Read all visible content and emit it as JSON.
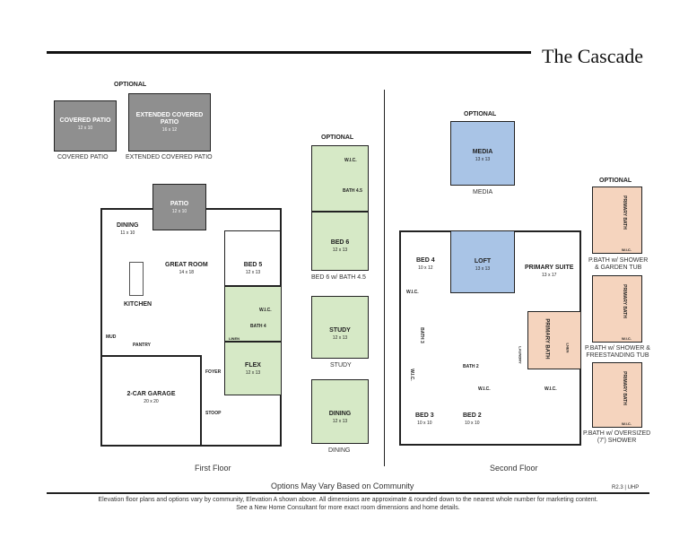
{
  "header": {
    "title": "The Cascade"
  },
  "optional_patios": {
    "optional_label": "OPTIONAL",
    "covered_patio": {
      "name": "COVERED PATIO",
      "dims": "12 x 10",
      "caption": "COVERED PATIO"
    },
    "extended_covered_patio": {
      "name": "EXTENDED COVERED PATIO",
      "dims": "16 x 12",
      "caption": "EXTENDED COVERED PATIO"
    }
  },
  "first_floor": {
    "label": "First Floor",
    "rooms": {
      "patio": {
        "name": "PATIO",
        "dims": "12 x 10"
      },
      "dining": {
        "name": "DINING",
        "dims": "11 x 10"
      },
      "great_room": {
        "name": "GREAT ROOM",
        "dims": "14 x 18"
      },
      "kitchen": {
        "name": "KITCHEN"
      },
      "mud": {
        "name": "MUD"
      },
      "pantry": {
        "name": "PANTRY"
      },
      "bed5": {
        "name": "BED 5",
        "dims": "12 x 13"
      },
      "wic": {
        "name": "W.I.C."
      },
      "bath4": {
        "name": "BATH 4"
      },
      "linen": {
        "name": "LINEN"
      },
      "flex": {
        "name": "FLEX",
        "dims": "12 x 13"
      },
      "foyer": {
        "name": "FOYER"
      },
      "garage": {
        "name": "2-CAR GARAGE",
        "dims": "20 x 20"
      },
      "stoop": {
        "name": "STOOP"
      }
    }
  },
  "middle_options": {
    "optional_label": "OPTIONAL",
    "bed6": {
      "name": "BED 6",
      "dims": "12 x 13",
      "wic": "W.I.C.",
      "bath": "BATH 4.5",
      "caption": "BED 6 w/ BATH 4.5"
    },
    "study": {
      "name": "STUDY",
      "dims": "12 x 13",
      "caption": "STUDY"
    },
    "dining": {
      "name": "DINING",
      "dims": "12 x 13",
      "caption": "DINING"
    }
  },
  "second_floor": {
    "label": "Second Floor",
    "optional_label": "OPTIONAL",
    "media": {
      "name": "MEDIA",
      "dims": "13 x 13",
      "caption": "MEDIA"
    },
    "rooms": {
      "bed4": {
        "name": "BED 4",
        "dims": "10 x 12"
      },
      "loft": {
        "name": "LOFT",
        "dims": "13 x 13"
      },
      "primary_suite": {
        "name": "PRIMARY SUITE",
        "dims": "13 x 17"
      },
      "wic_a": {
        "name": "W.I.C."
      },
      "bath3": {
        "name": "BATH 3"
      },
      "wic_b": {
        "name": "W.I.C."
      },
      "bath2": {
        "name": "BATH 2"
      },
      "laundry": {
        "name": "LAUNDRY"
      },
      "primary_bath": {
        "name": "PRIMARY BATH"
      },
      "lnen": {
        "name": "LNEN"
      },
      "wic_c": {
        "name": "W.I.C."
      },
      "wic_d": {
        "name": "W.I.C."
      },
      "bed3": {
        "name": "BED 3",
        "dims": "10 x 10"
      },
      "bed2": {
        "name": "BED 2",
        "dims": "10 x 10"
      }
    }
  },
  "bath_options": {
    "optional_label": "OPTIONAL",
    "items": [
      {
        "name": "PRIMARY BATH",
        "wic": "W.I.C.",
        "caption1": "P.BATH w/ SHOWER",
        "caption2": "& GARDEN TUB"
      },
      {
        "name": "PRIMARY BATH",
        "wic": "W.I.C.",
        "caption1": "P.BATH w/ SHOWER &",
        "caption2": "FREESTANDING TUB"
      },
      {
        "name": "PRIMARY BATH",
        "wic": "W.I.C.",
        "caption1": "P.BATH w/ OVERSIZED",
        "caption2": "(7') SHOWER"
      }
    ]
  },
  "footer": {
    "options_note": "Options May Vary Based on Community",
    "code": "R2.3 | UHP",
    "disclaimer_line1": "Elevation floor plans and options vary by community, Elevation A shown above. All dimensions are approximate & rounded down to the nearest whole number for marketing content.",
    "disclaimer_line2": "See a New Home Consultant for more exact room dimensions and home details."
  }
}
